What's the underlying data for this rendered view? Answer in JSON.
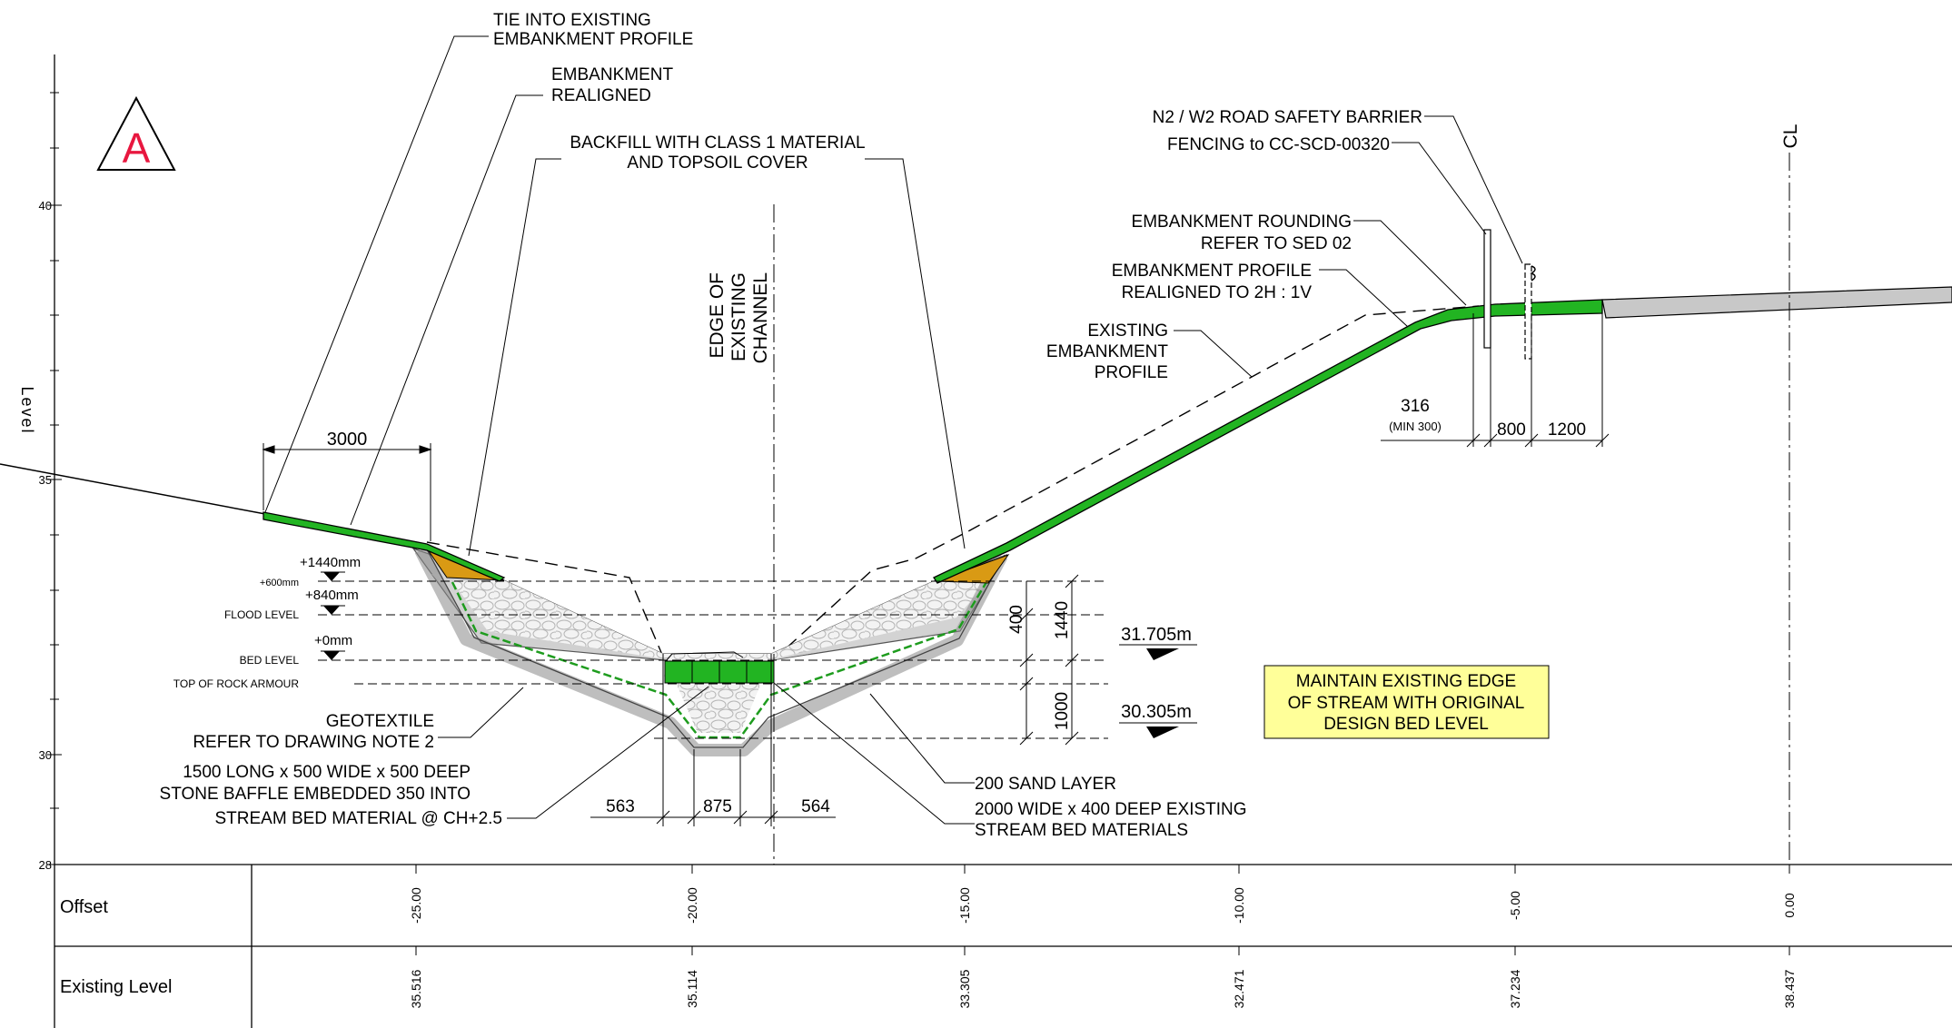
{
  "section_marker": {
    "letter": "A",
    "color": "#e8173f"
  },
  "vertical_axis": {
    "label": "Level",
    "ticks": [
      "40",
      "35",
      "30",
      "28"
    ]
  },
  "centerline_label": "CL",
  "channel_label_lines": [
    "EDGE OF",
    "EXISTING",
    "CHANNEL"
  ],
  "callouts": {
    "tie_in": [
      "TIE INTO EXISTING",
      "EMBANKMENT PROFILE"
    ],
    "realigned": [
      "EMBANKMENT",
      "REALIGNED"
    ],
    "backfill": [
      "BACKFILL WITH CLASS 1 MATERIAL",
      "AND TOPSOIL COVER"
    ],
    "barrier": "N2 / W2 ROAD SAFETY BARRIER",
    "fencing": "FENCING to CC-SCD-00320",
    "rounding": [
      "EMBANKMENT ROUNDING",
      "REFER TO SED 02"
    ],
    "profile": [
      "EMBANKMENT PROFILE",
      "REALIGNED TO 2H : 1V"
    ],
    "existing_profile": [
      "EXISTING",
      "EMBANKMENT",
      "PROFILE"
    ],
    "geotextile": [
      "GEOTEXTILE",
      "REFER TO DRAWING NOTE 2"
    ],
    "baffle": [
      "1500 LONG x 500 WIDE x 500 DEEP",
      "STONE BAFFLE EMBEDDED 350 INTO",
      "STREAM BED MATERIAL @ CH+2.5"
    ],
    "sand": "200 SAND LAYER",
    "stream_bed": [
      "2000 WIDE x 400 DEEP EXISTING",
      "STREAM BED MATERIALS"
    ]
  },
  "note_box": {
    "lines": [
      "MAINTAIN EXISTING EDGE",
      "OF STREAM WITH ORIGINAL",
      "DESIGN BED LEVEL"
    ],
    "fill": "#ffff99"
  },
  "level_marks": {
    "plus_1440": "+1440mm",
    "plus_600": "+600mm",
    "plus_840": "+840mm",
    "flood": "FLOOD LEVEL",
    "plus_0": "+0mm",
    "bed": "BED LEVEL",
    "rock_top": "TOP OF ROCK ARMOUR"
  },
  "dimensions": {
    "d3000": "3000",
    "d316": "316",
    "d316_note": "(MIN 300)",
    "d800": "800",
    "d1200": "1200",
    "d400": "400",
    "d1440": "1440",
    "d1000": "1000",
    "d563": "563",
    "d875": "875",
    "d564": "564",
    "elev_upper": "31.705m",
    "elev_lower": "30.305m"
  },
  "table": {
    "rows": [
      {
        "header": "Offset",
        "values": [
          "-25.00",
          "-20.00",
          "-15.00",
          "-10.00",
          "-5.00",
          "0.00"
        ]
      },
      {
        "header": "Existing Level",
        "values": [
          "35.516",
          "35.114",
          "33.305",
          "32.471",
          "37.234",
          "38.437"
        ]
      }
    ]
  },
  "colors": {
    "embankment_green": "#22b422",
    "topsoil_orange": "#d99a14",
    "road_grey": "#c8c8c8",
    "rock_fill": "#ececec",
    "geotextile_green": "#1e9c1e"
  }
}
